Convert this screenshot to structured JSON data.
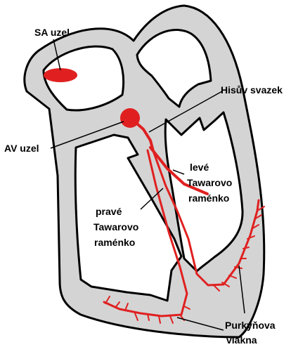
{
  "colors": {
    "tissue": "#d4d4d4",
    "outline": "#000000",
    "conduction": "#e02020",
    "background": "#ffffff"
  },
  "labels": {
    "sa_node": "SA uzel",
    "his_bundle": "Hisův svazek",
    "av_node": "AV uzel",
    "left_branch": [
      "levé",
      "Tawarovo",
      "raménko"
    ],
    "right_branch": [
      "pravé",
      "Tawarovo",
      "raménko"
    ],
    "purkinje": [
      "Purkyňova",
      "vlákna"
    ]
  }
}
